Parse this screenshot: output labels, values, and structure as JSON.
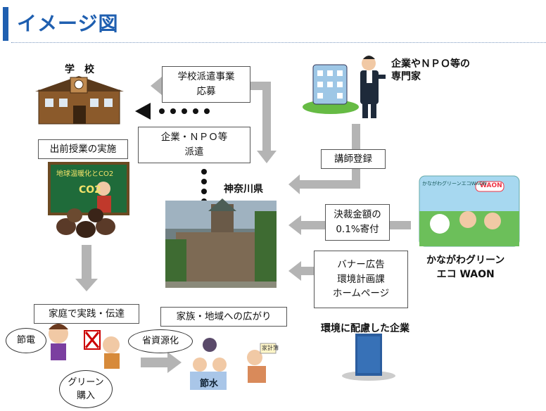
{
  "header": {
    "title": "イメージ図"
  },
  "nodes": {
    "school": "学　校",
    "experts_line1": "企業やＮＰＯ等の",
    "experts_line2": "専門家",
    "kanagawa": "神奈川県",
    "eco_waon_line1": "かながわグリーン",
    "eco_waon_line2": "エコ WAON",
    "eco_companies": "環境に配慮した企業"
  },
  "boxes": {
    "dispatch_apply_line1": "学校派遣事業",
    "dispatch_apply_line2": "応募",
    "dispatch_line1": "企業・ＮＰＯ等",
    "dispatch_line2": "派遣",
    "lecture": "出前授業の実施",
    "register": "講師登録",
    "donation_line1": "決裁金額の",
    "donation_line2": "0.1%寄付",
    "banner_line1": "バナー広告",
    "banner_line2": "環境計画課",
    "banner_line3": "ホームページ",
    "home_practice": "家庭で実践・伝達",
    "spread": "家族・地域への広がり"
  },
  "bubbles": {
    "power": "節電",
    "green_line1": "グリーン",
    "green_line2": "購入",
    "save_resources": "省資源化"
  },
  "illustration_text": {
    "blackboard_title": "地球温暖化とCO2",
    "co2": "CO2",
    "card_brand": "WAON",
    "card_small": "かながわグリーンエコWAON",
    "water_saving": "節水",
    "sign": "家計簿"
  }
}
